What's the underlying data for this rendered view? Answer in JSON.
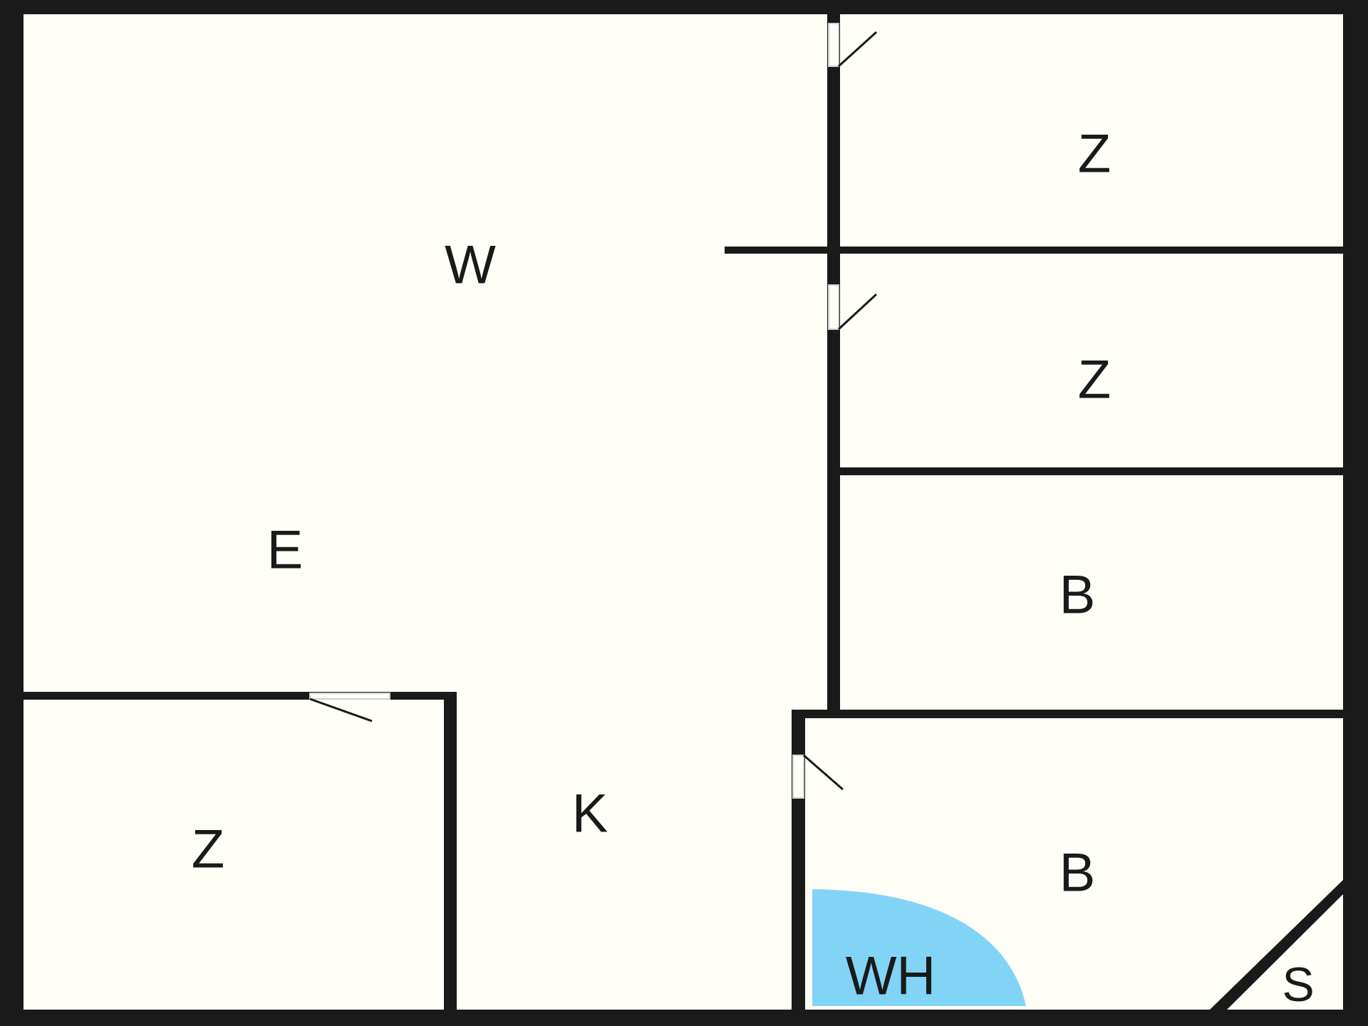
{
  "floorplan": {
    "colors": {
      "wall": "#1a1a1a",
      "floor": "#fffff8",
      "heater_zone": "#82d4f7"
    },
    "rooms": [
      {
        "id": "w",
        "label": "W"
      },
      {
        "id": "e",
        "label": "E"
      },
      {
        "id": "k",
        "label": "K"
      },
      {
        "id": "z-top",
        "label": "Z"
      },
      {
        "id": "z-mid",
        "label": "Z"
      },
      {
        "id": "z-left",
        "label": "Z"
      },
      {
        "id": "b-upper",
        "label": "B"
      },
      {
        "id": "b-lower",
        "label": "B"
      },
      {
        "id": "wh",
        "label": "WH"
      },
      {
        "id": "s",
        "label": "S"
      }
    ]
  }
}
